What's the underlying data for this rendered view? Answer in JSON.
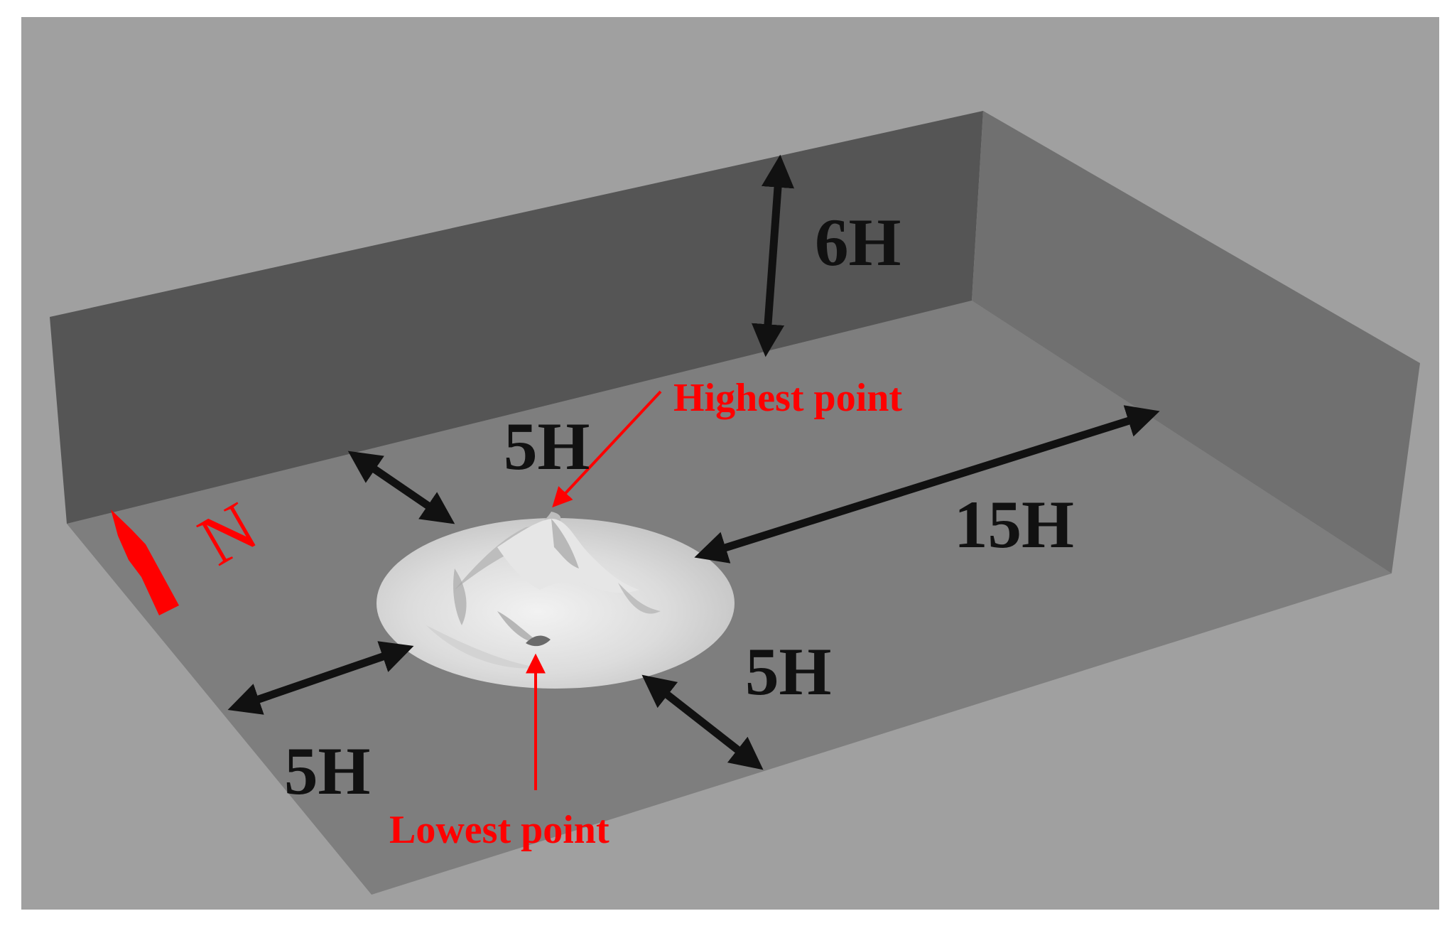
{
  "labels": {
    "height": "6H",
    "north_gap": "5H",
    "downstream": "15H",
    "east_gap": "5H",
    "west_gap": "5H",
    "highest": "Highest point",
    "lowest": "Lowest point",
    "north": "N"
  },
  "colors": {
    "frame_background": "#a0a0a0",
    "back_wall": "#555555",
    "side_wall": "#707070",
    "ground": "#7e7e7e",
    "annotation_red": "#ff0000",
    "dimension_black": "#111111"
  }
}
